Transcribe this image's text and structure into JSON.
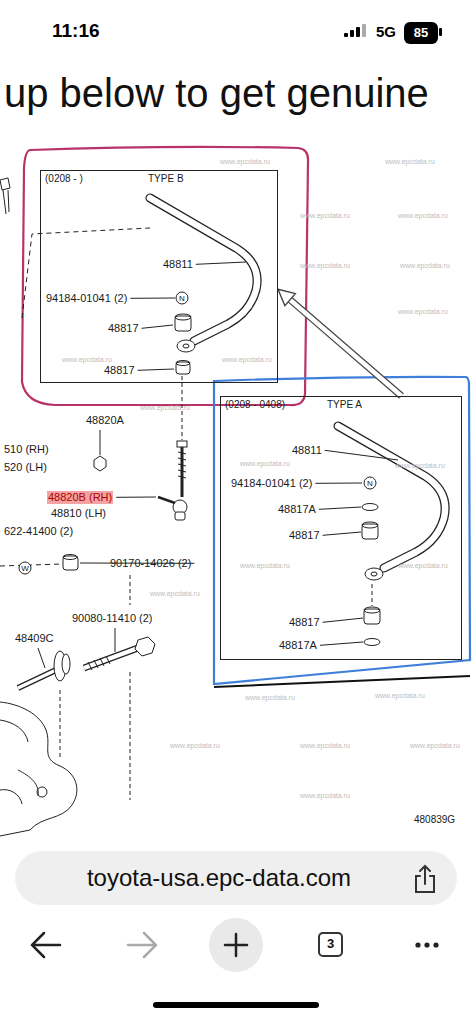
{
  "diagram": {
    "nodes": [
      {
        "text": [
          "85"
        ]
      },
      {
        "text": [
          "(0208 -  )",
          "TYPE B"
        ]
      },
      {
        "text": [
          "(0208 - 0408)",
          "TYPE A"
        ]
      },
      {
        "text": [
          "toyota-usa.epc-data.com"
        ]
      },
      {
        "text": [
          "3"
        ]
      }
    ],
    "edges": [
      {
        "from": 2,
        "to": 1,
        "arrow": "to"
      }
    ],
    "labels": [
      "11:16",
      "5G",
      "up below to get genuine",
      "48811",
      "94184-01041 (2)",
      "N",
      "48817",
      "48817",
      "48820A",
      "510 (RH)",
      "520 (LH)",
      "48820B (RH)",
      "48810 (LH)",
      "622-41400 (2)",
      "W",
      "90170-14026 (2)",
      "90080-11410 (2)",
      "48409C",
      "48811",
      "94184-01041 (2)",
      "N",
      "48817A",
      "48817",
      "48817",
      "48817A",
      "480839G",
      "www.epcdata.ru",
      "www.epcdata.ru",
      "www.epcdata.ru",
      "www.epcdata.ru",
      "www.epcdata.ru",
      "www.epcdata.ru",
      "www.epcdata.ru",
      "www.epcdata.ru",
      "www.epcdata.ru",
      "www.epcdata.ru",
      "www.epcdata.ru",
      "www.epcdata.ru",
      "www.epcdata.ru",
      "www.epcdata.ru",
      "www.epcdata.ru",
      "www.epcdata.ru",
      "www.epcdata.ru",
      "www.epcdata.ru",
      "www.epcdata.ru",
      "www.epcdata.ru",
      "www.epcdata.ru"
    ]
  }
}
